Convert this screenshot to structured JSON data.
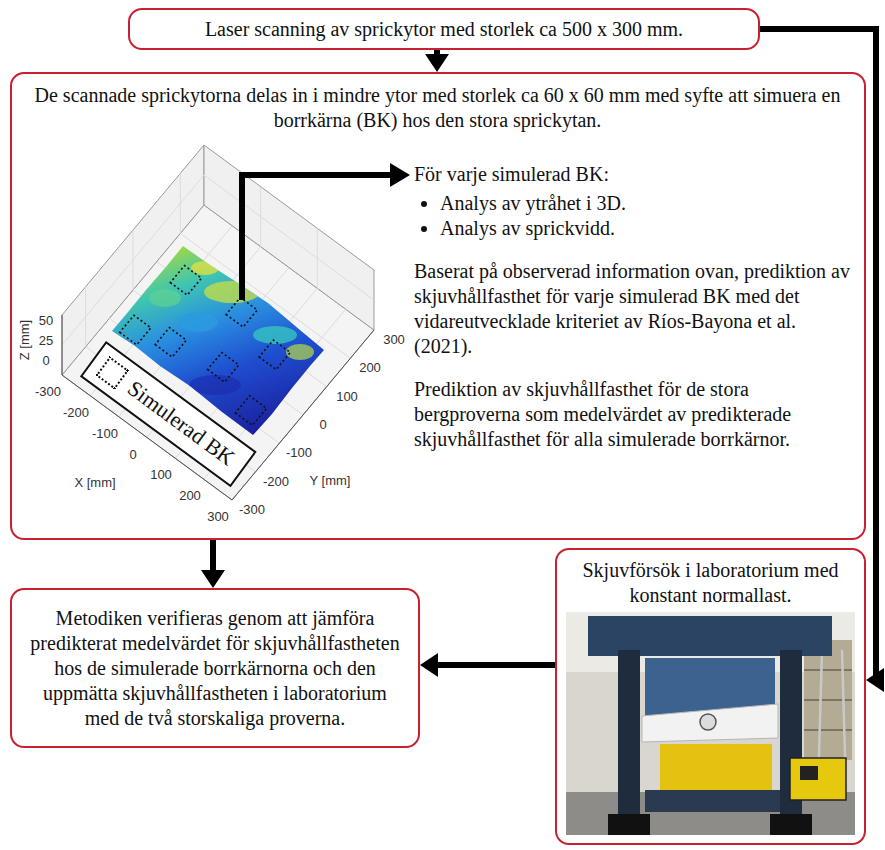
{
  "diagram": {
    "nodes": [
      {
        "text": [
          "Laser scanning av sprickytor med storlek ca 500 x 300 mm."
        ]
      },
      {
        "text": [
          "De scannade sprickytorna delas in i mindre ytor med storlek ca 60 x 60 mm med syfte att simuera en borrkärna (BK) hos den stora sprickytan.",
          "För varje simulerad BK:",
          "Analys av ytråhet i 3D.",
          "Analys av sprickvidd.",
          "Baserat på observerad information ovan, prediktion av skjuvhållfasthet för varje simulerad BK med det vidareutvecklade kriteriet av Ríos-Bayona et al. (2021).",
          "Prediktion av skjuvhållfasthet för de stora bergproverna som medelvärdet av predikterade skjuvhållfasthet för alla simulerade borrkärnor."
        ]
      },
      {
        "text": [
          "Simulerad BK"
        ],
        "in": 1
      },
      {
        "text": [
          "Skjuvförsök i laboratorium med konstant normallast."
        ]
      },
      {
        "text": [
          "Metodiken verifieras genom att jämföra predikterat medelvärdet för skjuvhållfastheten hos de simulerade borrkärnorna och den uppmätta skjuvhållfastheten i laboratorium med de två storskaliga proverna."
        ]
      }
    ],
    "edges": [
      {
        "from": 0,
        "to": 1,
        "arrow": "to"
      },
      {
        "from": 0,
        "to": 3,
        "arrow": "to"
      },
      {
        "from": 1,
        "to": 4,
        "arrow": "to"
      },
      {
        "from": 3,
        "to": 4,
        "arrow": "to"
      }
    ],
    "labels": [
      "Z [mm]",
      "50",
      "25",
      "0",
      "-300",
      "-200",
      "-100",
      "0",
      "100",
      "200",
      "300",
      "X [mm]",
      "300",
      "200",
      "100",
      "0",
      "-100",
      "-200",
      "-300",
      "Y [mm]"
    ]
  }
}
